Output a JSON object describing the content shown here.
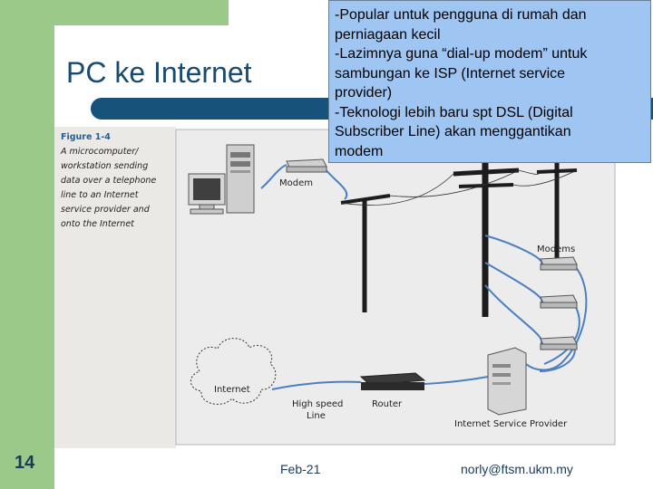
{
  "slide": {
    "title": "PC ke Internet",
    "number": "14",
    "date": "Feb-21",
    "email": "norly@ftsm.ukm.my"
  },
  "callout": {
    "lines": [
      "-Popular untuk pengguna di rumah dan",
      "perniagaan kecil",
      "-Lazimnya guna “dial-up modem” untuk",
      "sambungan ke ISP (Internet service",
      "provider)",
      "-Teknologi lebih baru spt DSL (Digital",
      "Subscriber Line) akan menggantikan",
      "modem"
    ]
  },
  "figure": {
    "caption_title": "Figure 1-4",
    "caption_lines": [
      "A microcomputer/",
      "workstation sending",
      "data over a telephone",
      "line to an Internet",
      "service provider and",
      "onto the Internet"
    ],
    "labels": {
      "modem": "Modem",
      "modems": "Modems",
      "internet": "Internet",
      "high_speed_line_1": "High speed",
      "high_speed_line_2": "Line",
      "router": "Router",
      "isp": "Internet Service Provider"
    }
  }
}
